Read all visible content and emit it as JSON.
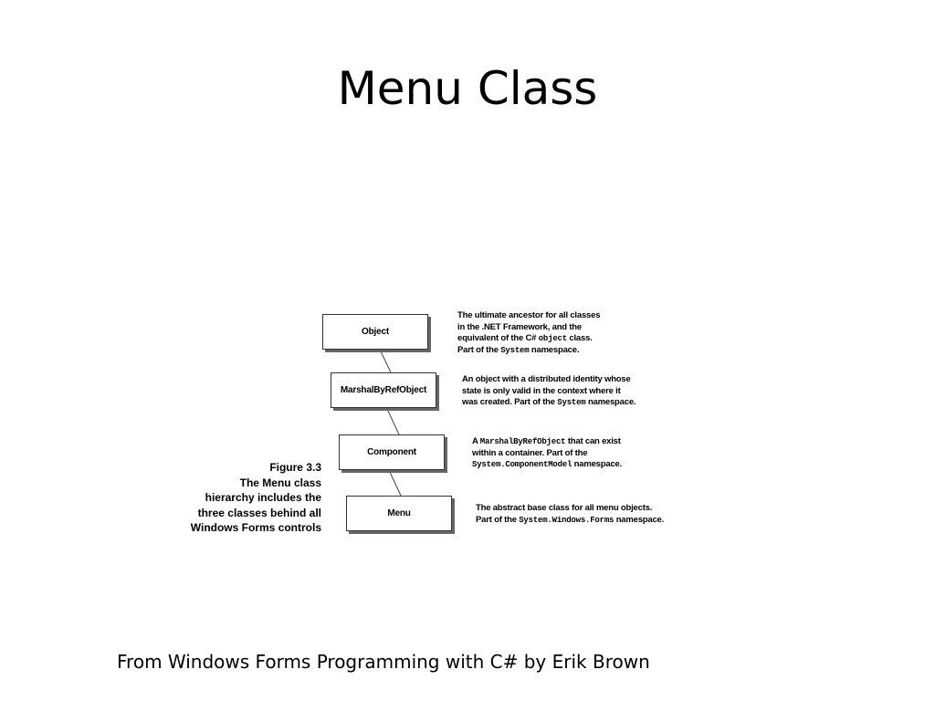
{
  "slide": {
    "title": "Menu Class",
    "source": "From  Windows Forms Programming with C# by Erik Brown"
  },
  "diagram": {
    "boxes": [
      {
        "label": "Object"
      },
      {
        "label": "MarshalByRefObject"
      },
      {
        "label": "Component"
      },
      {
        "label": "Menu"
      }
    ],
    "descriptions": {
      "object": {
        "line1": "The ultimate ancestor for all classes",
        "line2": "in the .NET Framework, and the",
        "line3_pre": "equivalent of the C# ",
        "line3_code": "object",
        "line3_post": " class.",
        "line4_pre": "Part of the ",
        "line4_code": "System",
        "line4_post": " namespace."
      },
      "marshal": {
        "line1": "An object with a distributed identity whose",
        "line2": "state is only valid in the context where it",
        "line3_pre": "was created.  Part of the ",
        "line3_code": "System",
        "line3_post": " namespace."
      },
      "component": {
        "line1_pre": "A ",
        "line1_code": "MarshalByRefObject",
        "line1_post": " that can exist",
        "line2": "within a container.  Part of the",
        "line3_code": "System.ComponentModel",
        "line3_post": " namespace."
      },
      "menu": {
        "line1": "The abstract base class for all menu objects.",
        "line2_pre": "Part of the ",
        "line2_code": "System.Windows.Forms",
        "line2_post": " namespace."
      }
    },
    "caption": {
      "line1": "Figure 3.3",
      "line2": "The Menu class",
      "line3": "hierarchy includes the",
      "line4": "three classes behind all",
      "line5": "Windows Forms controls"
    }
  }
}
